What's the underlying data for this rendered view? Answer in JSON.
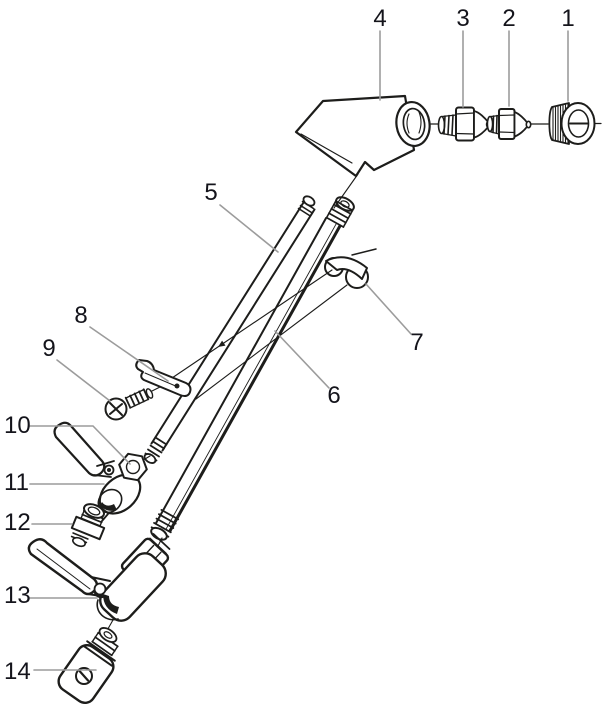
{
  "figure": {
    "ink_color": "#1d1d1b",
    "leader_color": "#9c9c9c",
    "label_color": "#14141b",
    "background_color": "#ffffff"
  },
  "diagram": {
    "kind": "exploded-parts-diagram",
    "part_labels": [
      {
        "number": "1",
        "depicts": "knurled-retainer-cap"
      },
      {
        "number": "2",
        "depicts": "small-nozzle-seat"
      },
      {
        "number": "3",
        "depicts": "nozzle-fitting"
      },
      {
        "number": "4",
        "depicts": "angled-spray-head"
      },
      {
        "number": "5",
        "depicts": "inner-tube"
      },
      {
        "number": "6",
        "depicts": "outer-tube"
      },
      {
        "number": "7",
        "depicts": "clip-bracket"
      },
      {
        "number": "8",
        "depicts": "trigger-latch"
      },
      {
        "number": "9",
        "depicts": "screw"
      },
      {
        "number": "10",
        "depicts": "valve-stem-nut"
      },
      {
        "number": "11",
        "depicts": "valve-body"
      },
      {
        "number": "12",
        "depicts": "plug-fitting"
      },
      {
        "number": "13",
        "depicts": "shutoff-valve-with-handle"
      },
      {
        "number": "14",
        "depicts": "swivel-connector"
      }
    ]
  }
}
